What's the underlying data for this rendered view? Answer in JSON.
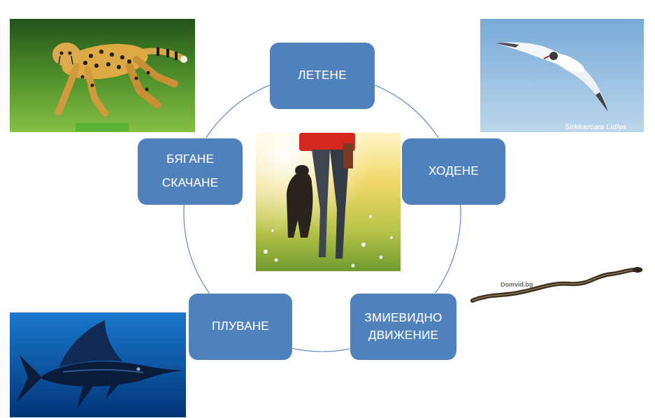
{
  "diagram": {
    "nodes": [
      {
        "text": [
          "ЛЕТЕНЕ"
        ]
      },
      {
        "text": [
          "БЯГАНЕ СКАЧАНЕ"
        ]
      },
      {
        "text": [
          "ХОДЕНЕ"
        ]
      },
      {
        "text": [
          "ПЛУВАНЕ"
        ]
      },
      {
        "text": [
          "ЗМИЕВИДНО ДВИЖЕНИЕ"
        ]
      }
    ],
    "edges": [
      {
        "from": 0,
        "to": 2,
        "arrow": "none"
      },
      {
        "from": 2,
        "to": 4,
        "arrow": "none"
      },
      {
        "from": 4,
        "to": 3,
        "arrow": "none"
      },
      {
        "from": 3,
        "to": 1,
        "arrow": "none"
      },
      {
        "from": 1,
        "to": 0,
        "arrow": "none"
      }
    ],
    "labels": [
      "Sirkkavcara Lidiya",
      "Domvid.bg"
    ]
  }
}
